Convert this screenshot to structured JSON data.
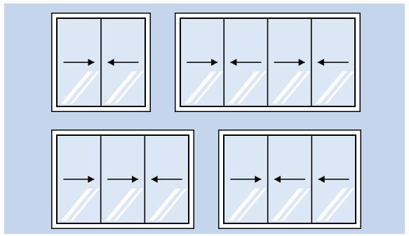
{
  "colors": {
    "background": "#c5d5ec",
    "frame_outer": "#ffffff",
    "frame_line": "#000000",
    "glass": "#dce7f6",
    "glare": "#ffffff",
    "arrow": "#000000"
  },
  "windows": [
    {
      "name": "window-2-panel",
      "panels": [
        {
          "arrow": "right"
        },
        {
          "arrow": "left"
        }
      ]
    },
    {
      "name": "window-4-panel",
      "panels": [
        {
          "arrow": "right"
        },
        {
          "arrow": "left"
        },
        {
          "arrow": "right"
        },
        {
          "arrow": "left"
        }
      ]
    },
    {
      "name": "window-3-panel-right-right-left",
      "panels": [
        {
          "arrow": "right"
        },
        {
          "arrow": "right"
        },
        {
          "arrow": "left"
        }
      ]
    },
    {
      "name": "window-3-panel-right-left-left",
      "panels": [
        {
          "arrow": "right"
        },
        {
          "arrow": "left"
        },
        {
          "arrow": "left"
        }
      ]
    }
  ]
}
